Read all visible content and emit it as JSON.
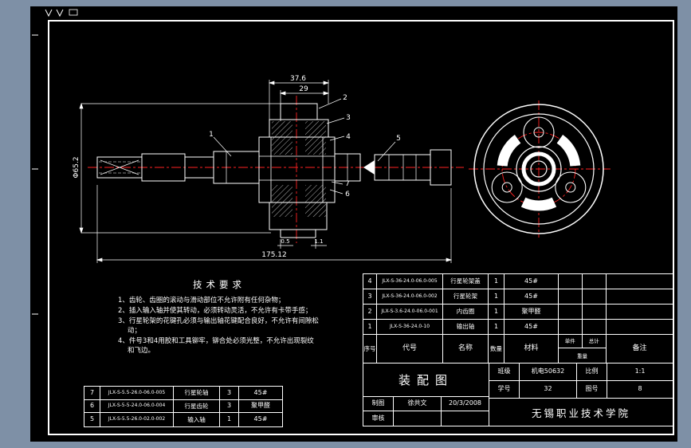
{
  "colors": {
    "margin_blue": "#7e90a6",
    "paper_black": "#000000",
    "line_white": "#ffffff",
    "centerline_red": "#ff2222"
  },
  "drawing": {
    "dims": {
      "top_width": "37.6",
      "inner_width": "29",
      "diameter": "Φ65.2",
      "total_length": "175.12",
      "step_a": "0.5",
      "step_b": "1.1"
    },
    "callouts": [
      "1",
      "2",
      "3",
      "4",
      "5",
      "6",
      "7"
    ]
  },
  "tech": {
    "title": "技术要求",
    "items": [
      "1、齿轮、齿圈的滚动与滑动部位不允许附有任何杂物；",
      "2、插入输入轴并使其转动，必须转动灵活，不允许有卡带手感；",
      "3、行星轮架的花键孔必须与输出轴花键配合良好，不允许有间隙松动；",
      "4、件号3和4用胶和工具铆牢，铆合处必须光整，不允许出现裂纹和飞边。"
    ]
  },
  "bom_right": {
    "header": {
      "seq": "序号",
      "code": "代号",
      "name": "名称",
      "qty": "数量",
      "material": "材料",
      "unit": "单件",
      "total": "总计",
      "weight": "重量",
      "remarks": "备注"
    },
    "rows": [
      {
        "seq": "4",
        "code": "JLX-S-36-24.0-06.0-005",
        "name": "行星轮架盖",
        "qty": "1",
        "material": "45#"
      },
      {
        "seq": "3",
        "code": "JLX-S-36-24.0-06.0-002",
        "name": "行星轮架",
        "qty": "1",
        "material": "45#"
      },
      {
        "seq": "2",
        "code": "JLX-S-3.6-24.0-06.0-001",
        "name": "内齿圈",
        "qty": "1",
        "material": "聚甲醛"
      },
      {
        "seq": "1",
        "code": "JLX-S-36-24.0-10",
        "name": "输出轴",
        "qty": "1",
        "material": "45#"
      }
    ]
  },
  "bom_left": {
    "rows": [
      {
        "seq": "7",
        "code": "JLX-S-5.5-26.0-06.0-005",
        "name": "行星轮轴",
        "qty": "3",
        "material": "45#"
      },
      {
        "seq": "6",
        "code": "JLX-S-5-5-24.0-06.0-004",
        "name": "行星齿轮",
        "qty": "3",
        "material": "聚甲醛"
      },
      {
        "seq": "5",
        "code": "JLX-S-5.5-26.0-02.0-002",
        "name": "输入轴",
        "qty": "1",
        "material": "45#"
      }
    ]
  },
  "titleblock": {
    "drawing_title": "装配图",
    "class_label": "班级",
    "class_value": "机电50632",
    "scale_label": "比例",
    "scale_value": "1:1",
    "student_label": "学号",
    "student_value": "32",
    "sheet_label": "图号",
    "sheet_value": "8",
    "draft_label": "制图",
    "draft_name": "徐共文",
    "draft_date": "20/3/2008",
    "check_label": "审核",
    "school": "无锡职业技术学院"
  }
}
